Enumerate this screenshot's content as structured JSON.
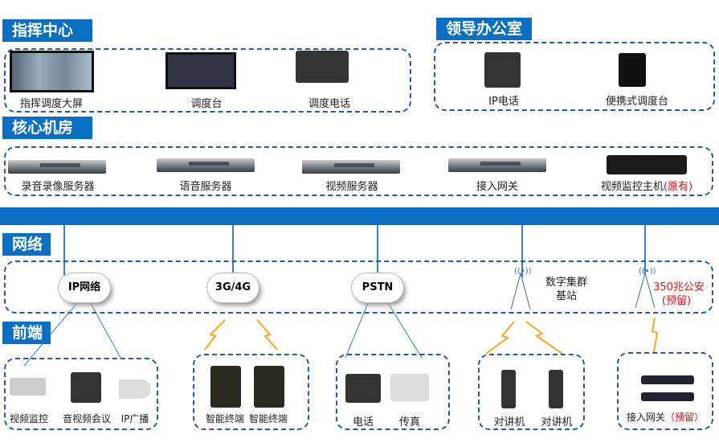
{
  "sections": {
    "command": "指挥中心",
    "leader": "领导办公室",
    "core": "核心机房",
    "network": "网络",
    "frontend": "前端"
  },
  "command_items": [
    "指挥调度大屏",
    "调度台",
    "调度电话"
  ],
  "leader_items": [
    "IP电话",
    "便携式调度台"
  ],
  "core_items": [
    "录音录像服务器",
    "语音服务器",
    "视频服务器",
    "接入网关",
    "视频监控主机"
  ],
  "core_note": "(原有)",
  "network": {
    "ip": "IP网络",
    "mobile": "3G/4G",
    "pstn": "PSTN",
    "trunk": "数字集群",
    "trunk2": "基站",
    "pol": "350兆公安",
    "pol2": "(预留)"
  },
  "front": {
    "g1": [
      "视频监控",
      "音视频会议",
      "IP广播"
    ],
    "g2": [
      "智能终端",
      "智能终端"
    ],
    "g3": [
      "电话",
      "传真"
    ],
    "g4": [
      "对讲机",
      "对讲机"
    ],
    "g5": "接入网关",
    "g5_note": "（预留）"
  },
  "colors": {
    "accent": "#0a6fc2",
    "border": "#2a5a9a",
    "reserved": "#e01010",
    "wireless": "#f5a623"
  }
}
